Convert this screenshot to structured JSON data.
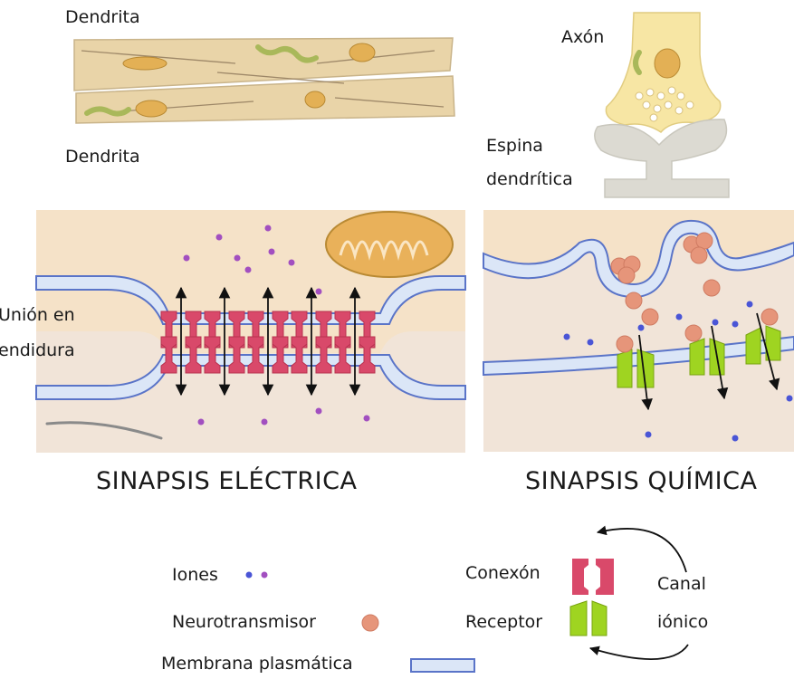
{
  "labels": {
    "dendrite_top": "Dendrita",
    "dendrite_bottom": "Dendrita",
    "axon": "Axón",
    "spine_line1": "Espina",
    "spine_line2": "dendrítica",
    "gap_line1": "Unión en",
    "gap_line2": "endidura"
  },
  "titles": {
    "electrical": "SINAPSIS ELÉCTRICA",
    "chemical": "SINAPSIS QUÍMICA"
  },
  "legend": {
    "ions": "Iones",
    "neurotransmitter": "Neurotransmisor",
    "membrane": "Membrana plasmática",
    "connexon": "Conexón",
    "receptor": "Receptor",
    "channel_line1": "Canal",
    "channel_line2": "iónico"
  },
  "colors": {
    "cytoplasm": "#f5e2c8",
    "cytoplasm_lower": "#f1e4d8",
    "dendrite": "#e9d4a8",
    "axon": "#f7e6a4",
    "spine": "#dcdad2",
    "mitochondria": "#e9b15a",
    "membrane_fill": "#dbe6f7",
    "membrane_stroke": "#5a74c8",
    "connexon": "#d9496a",
    "receptor": "#9fd421",
    "ion": "#a24fc0",
    "ion_chemical": "#4a55d6",
    "neurotransmitter": "#e6957a"
  }
}
